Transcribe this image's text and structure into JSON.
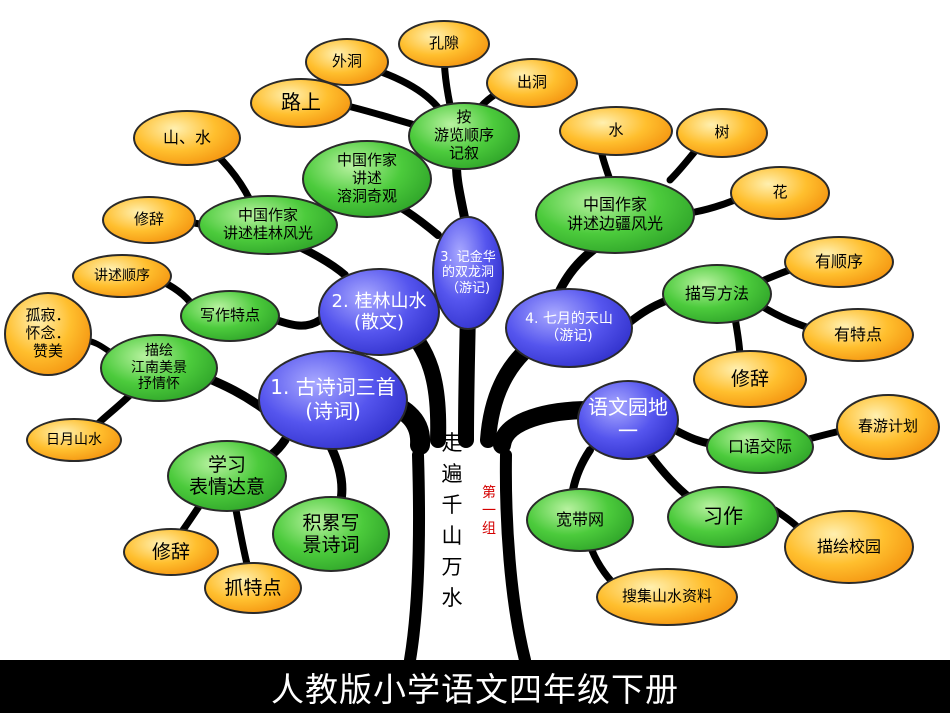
{
  "colors": {
    "topic": "#3b3bdd",
    "category": "#3cbf2f",
    "leaf": "#ffa21a",
    "branch": "#000000",
    "banner": "#000000",
    "group_label": "#d40000"
  },
  "banner": {
    "title": "人教版小学语文四年级下册"
  },
  "trunk": {
    "title": "走\n遍\n千\n山\n万\n水",
    "group": "第\n一\n组"
  },
  "topics": {
    "poems": "1. 古诗词三首\n(诗词)",
    "guilin": "2. 桂林山水\n(散文)",
    "shuanglong": "3. 记金华\n的双龙洞\n（游记)",
    "tianshan": "4. 七月的天山\n（游记)",
    "garden": "语文园地\n一"
  },
  "categories": {
    "order": "按\n游览顺序\n记叙",
    "cave_view": "中国作家\n讲述\n溶洞奇观",
    "guilin_scenery": "中国作家\n讲述桂林风光",
    "writing_feature": "写作特点",
    "jiangnan": "描绘\n江南美景\n抒情怀",
    "study": "学习\n表情达意",
    "accumulate": "积累写\n景诗词",
    "border_scenery": "中国作家\n讲述边疆风光",
    "method": "描写方法",
    "oral": "口语交际",
    "composition": "习作",
    "broadband": "宽带网"
  },
  "leaves": {
    "outer_cave": "外洞",
    "gap": "孔隙",
    "exit_cave": "出洞",
    "road": "路上",
    "mountain_water": "山、水",
    "rhetoric_1": "修辞",
    "narrative_order": "讲述顺序",
    "lonely": "孤寂．\n怀念．\n赞美",
    "sun_moon": "日月山水",
    "rhetoric_2": "修辞",
    "key_points": "抓特点",
    "water": "水",
    "tree": "树",
    "flower": "花",
    "orderly": "有顺序",
    "distinct": "有特点",
    "rhetoric_3": "修辞",
    "spring_trip": "春游计划",
    "campus": "描绘校园",
    "collect": "搜集山水资料"
  }
}
